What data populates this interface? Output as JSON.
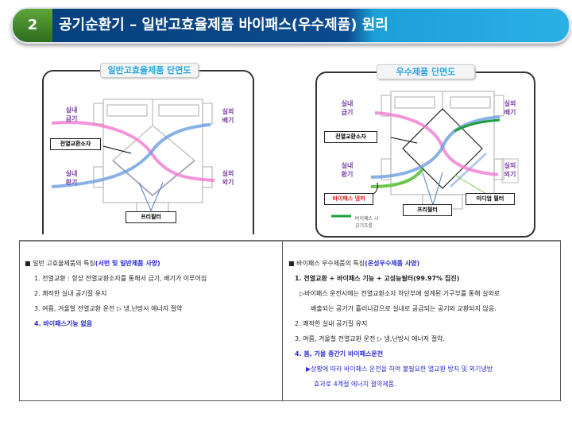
{
  "header": {
    "number": "2",
    "title": "공기순환기 – 일반고효율제품 바이패스(우수제품) 원리"
  },
  "left_diagram": {
    "title": "일반고효율제품 단면도",
    "labels": {
      "indoor_supply": "실내\n급기",
      "outdoor_exhaust": "실외\n배기",
      "indoor_return": "실내\n환기",
      "outdoor_intake": "실외\n외기",
      "exchanger": "전열교환소자",
      "prefilter": "프리필터"
    }
  },
  "right_diagram": {
    "title": "우수제품 단면도",
    "labels": {
      "indoor_supply": "실내\n급기",
      "outdoor_exhaust": "실외\n배기",
      "indoor_return": "실내\n환기",
      "outdoor_intake": "실외\n외기",
      "exchanger": "전열교환소자",
      "bypass_damper": "바이패스 댐퍼",
      "prefilter": "프리필터",
      "medium_filter": "미디엄 필터",
      "legend": "바이패스 시\n공기흐름"
    }
  },
  "left_text": {
    "heading": "일반 고효율제품의 특징",
    "heading_note": "(서번 및 일반제품 사양)",
    "items": [
      "1. 전열교환 : 항상 전열교환소자를 통해서 급기, 배기가 이루어짐",
      "2. 쾌적한 실내 공기질 유지",
      "3. 여름, 겨울철 전열교환 운전 ▷ 냉,난방시 에너지 절약",
      "4. 바이패스기능 없음"
    ]
  },
  "right_text": {
    "heading": "바이패스 우수제품의 특징",
    "heading_note": "(온성우수제품 사양)",
    "items": [
      "1. 전열교환 + 바이패스 기능 + 고성능필터(99.97% 집진)",
      "▷바이패스 운전시에는 전열교환소자 하단부에 설계된 기구부를 통해 실외로",
      "배출되는 공기가 흘러나감으로 실내로 공급되는 공기와 교환되지 않음.",
      "2. 쾌적한 실내 공기질 유지",
      "3. 여름, 겨울철 전열교환 운전 ▷ 냉,난방시 에너지 절약.",
      "4. 봄, 가을 중간기 바이패스운전",
      "▶상황에 따라 바이패스 운전을 하여 불필요한 열교환 방지 및 외기냉방",
      "효과로 4계절 에너지 절약제품."
    ]
  }
}
